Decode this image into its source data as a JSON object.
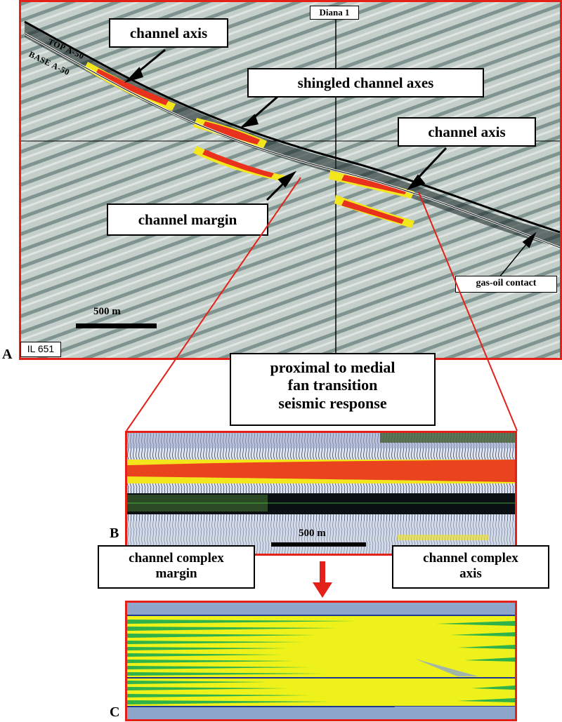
{
  "panel_a": {
    "letter": "A",
    "well_label": "Diana 1",
    "inline_label": "IL 651",
    "top_label": "TOP A-50",
    "base_label": "BASE A-50",
    "scale_label": "500 m",
    "callouts": {
      "channel_axis_left": "channel axis",
      "shingled": "shingled channel axes",
      "channel_axis_right": "channel axis",
      "channel_margin": "channel margin",
      "gas_oil": "gas-oil contact"
    }
  },
  "transition_label": [
    "proximal to medial",
    "fan transition",
    "seismic response"
  ],
  "panel_b": {
    "letter": "B",
    "scale_label": "500 m",
    "margin_label": [
      "channel complex",
      "margin"
    ],
    "axis_label": [
      "channel complex",
      "axis"
    ]
  },
  "panel_c": {
    "letter": "C"
  },
  "colors": {
    "frame": "#e32119",
    "seismic_red": "#e8321e",
    "seismic_yellow": "#f3e61c",
    "model_yellow": "#eef21a",
    "model_green": "#2fb24a",
    "model_blue": "#8fa6cc"
  }
}
